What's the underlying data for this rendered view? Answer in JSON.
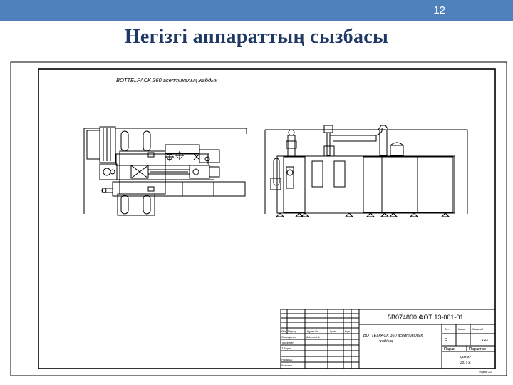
{
  "slide": {
    "number": "12",
    "title": "Негізгі аппараттың сызбасы",
    "accent_color": "#4f81bd",
    "title_color": "#1f3864"
  },
  "drawing": {
    "caption": "BOTTELPACK 360 асептикалық жабдық",
    "title_block": {
      "code": "5В074800 ФӨТ 13-001-01",
      "name_line1": "BOTTELPACK 360 асептикалық",
      "name_line2": "жабдық",
      "org_line1": "ҚазҰМУ",
      "org_line2": "2017 ж.",
      "sheet_label": "Парақ",
      "sheets_label": "Парақтар",
      "lit_label": "Лит.",
      "mass_label": "Масса",
      "scale_label": "Масштаб",
      "scale_value": "1:23",
      "lit_value": "С",
      "col_headers": [
        "Өзг.",
        "Парақ",
        "Құжат №",
        "Қолы",
        "Күні"
      ],
      "row_labels": [
        "Орындаған",
        "Тексерген",
        "Т.бақыл.",
        "Н.бақыл.",
        "Бекіткен"
      ],
      "row_names": [
        "Абилова А."
      ],
      "format": "Формат А3"
    }
  }
}
